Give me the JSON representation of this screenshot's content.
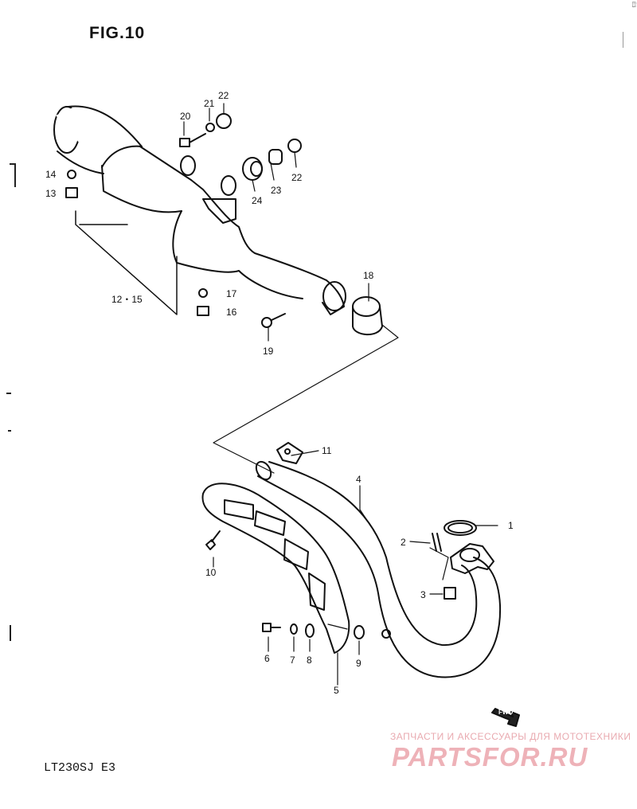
{
  "figure": {
    "title": "FIG.10",
    "model": "LT230SJ E3"
  },
  "watermark": {
    "text": "ЗАПЧАСТИ И АКСЕССУАРЫ ДЛЯ МОТОТЕХНИКИ",
    "logo": "PARTSFOR.RU",
    "color": "#eeb2b8"
  },
  "arrow_label": "FWD",
  "labels": {
    "p1": "1",
    "p2": "2",
    "p3": "3",
    "p4": "4",
    "p5": "5",
    "p6": "6",
    "p7": "7",
    "p8": "8",
    "p9": "9",
    "p10": "10",
    "p11": "11",
    "p12_15": "12・15",
    "p13": "13",
    "p14": "14",
    "p16": "16",
    "p17": "17",
    "p18": "18",
    "p19": "19",
    "p20": "20",
    "p21": "21",
    "p22a": "22",
    "p22b": "22",
    "p23": "23",
    "p24": "24"
  }
}
